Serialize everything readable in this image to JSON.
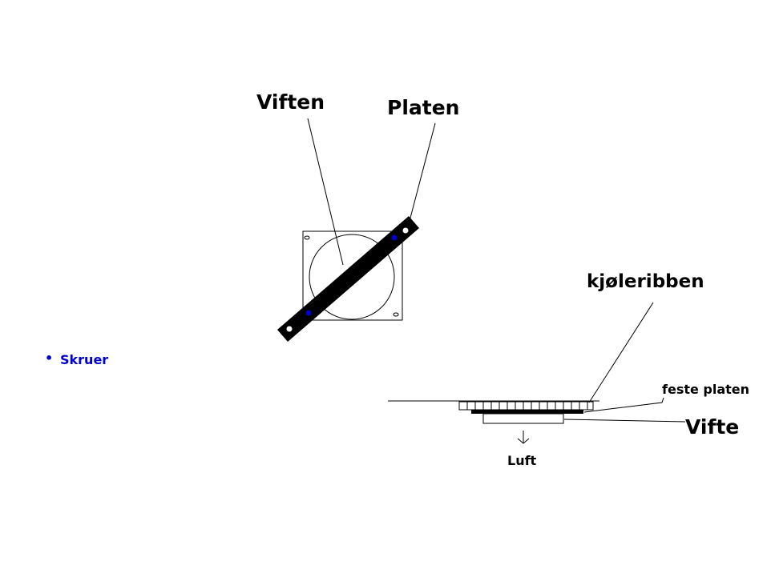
{
  "labels": {
    "viften": "Viften",
    "platen": "Platen",
    "kjoleribben": "kjøleribben",
    "feste_platen": "feste platen",
    "vifte": "Vifte",
    "luft": "Luft"
  },
  "legend": {
    "bullet": "•",
    "skruer": "Skruer"
  },
  "colors": {
    "ink": "#000000",
    "screw": "#0000cc",
    "background": "#ffffff"
  }
}
